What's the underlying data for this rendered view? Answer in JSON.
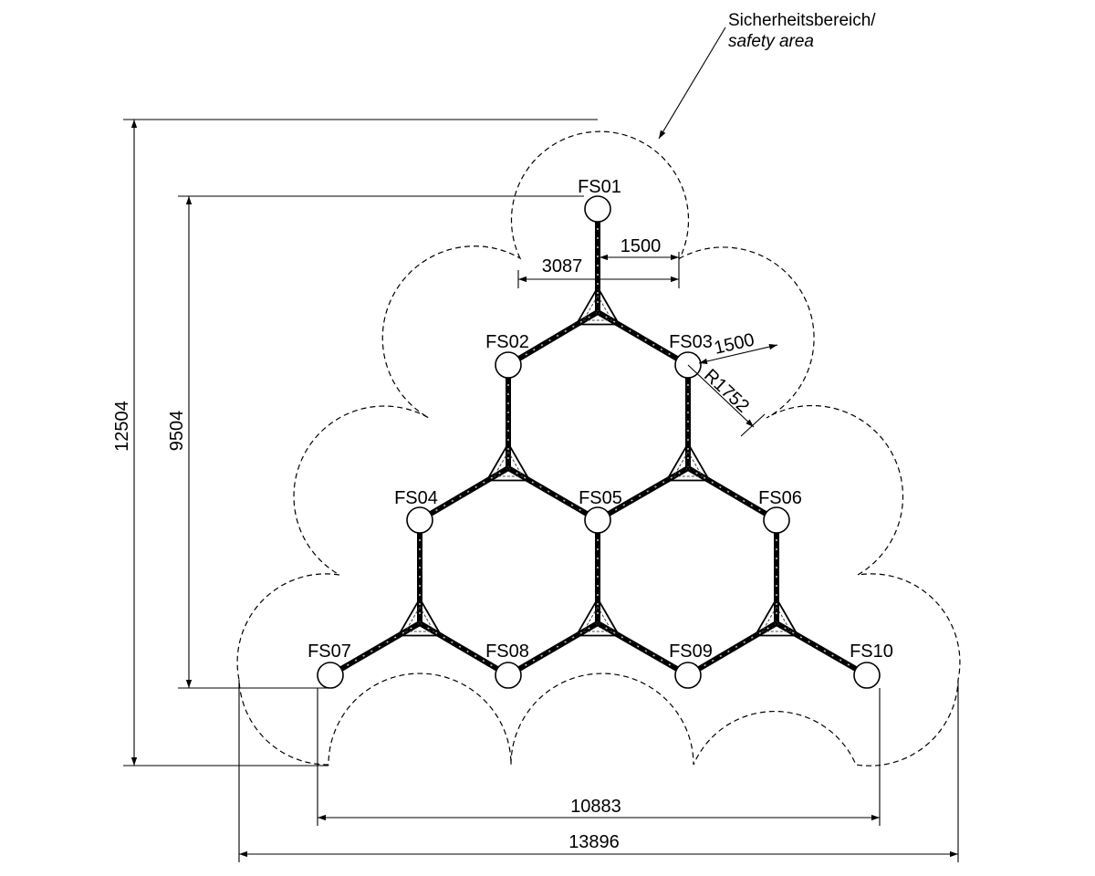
{
  "annotation": {
    "line1": "Sicherheitsbereich/",
    "line2": "safety area"
  },
  "posts": [
    "FS01",
    "FS02",
    "FS03",
    "FS04",
    "FS05",
    "FS06",
    "FS07",
    "FS08",
    "FS09",
    "FS10"
  ],
  "dimensions": {
    "total_height": "12504",
    "post_height": "9504",
    "span_center": "3087",
    "half_span": "1500",
    "clearance": "1500",
    "radius": "R1752",
    "post_width": "10883",
    "total_width": "13896"
  }
}
